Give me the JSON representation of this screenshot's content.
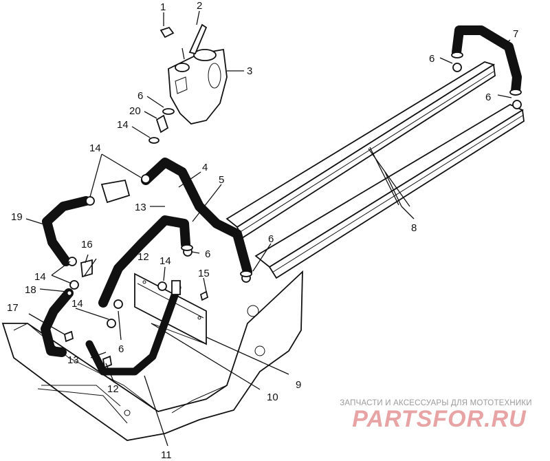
{
  "callouts": {
    "c1": "1",
    "c2": "2",
    "c3": "3",
    "c6a": "6",
    "c7": "7",
    "c6b": "6",
    "c6c": "6",
    "c20": "20",
    "c14a": "14",
    "c14b": "14",
    "c4": "4",
    "c5": "5",
    "c13a": "13",
    "c8": "8",
    "c19": "19",
    "c12a": "12",
    "c6d": "6",
    "c6e": "6",
    "c16": "16",
    "c14c": "14",
    "c15": "15",
    "c14d": "14",
    "c18": "18",
    "c17": "17",
    "c14e": "14",
    "c6f": "6",
    "c13b": "13",
    "c12b": "12",
    "c9": "9",
    "c10": "10",
    "c11": "11"
  },
  "watermark": {
    "subtitle": "ЗАПЧАСТИ И АКСЕССУАРЫ ДЛЯ МОТОТЕХНИКИ",
    "logo": "PARTSFOR.RU",
    "color": "#e8a4a4"
  }
}
